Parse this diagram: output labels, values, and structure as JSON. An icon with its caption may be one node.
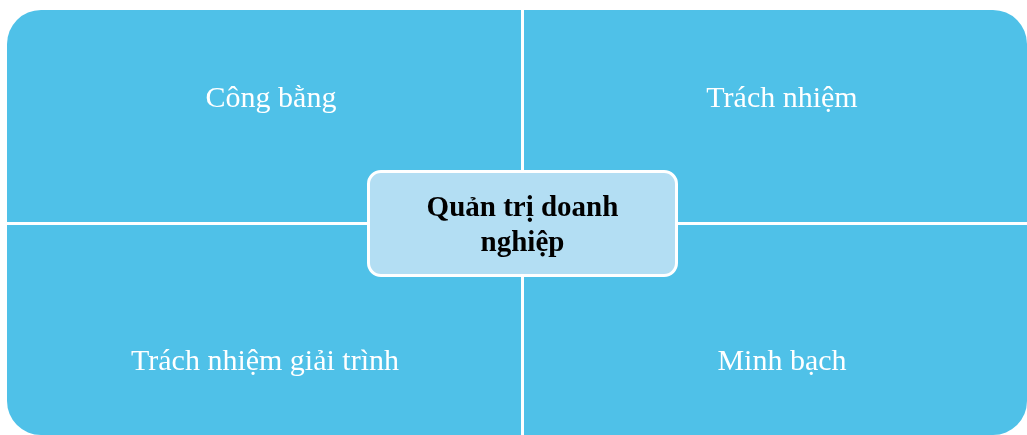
{
  "diagram": {
    "nodes": [
      {
        "text": [
          "Công bằng"
        ]
      },
      {
        "text": [
          "Trách nhiệm"
        ]
      },
      {
        "text": [
          "Trách nhiệm giải trình"
        ]
      },
      {
        "text": [
          "Minh bạch"
        ]
      },
      {
        "text": [
          "Quản trị doanh nghiệp"
        ]
      }
    ]
  }
}
